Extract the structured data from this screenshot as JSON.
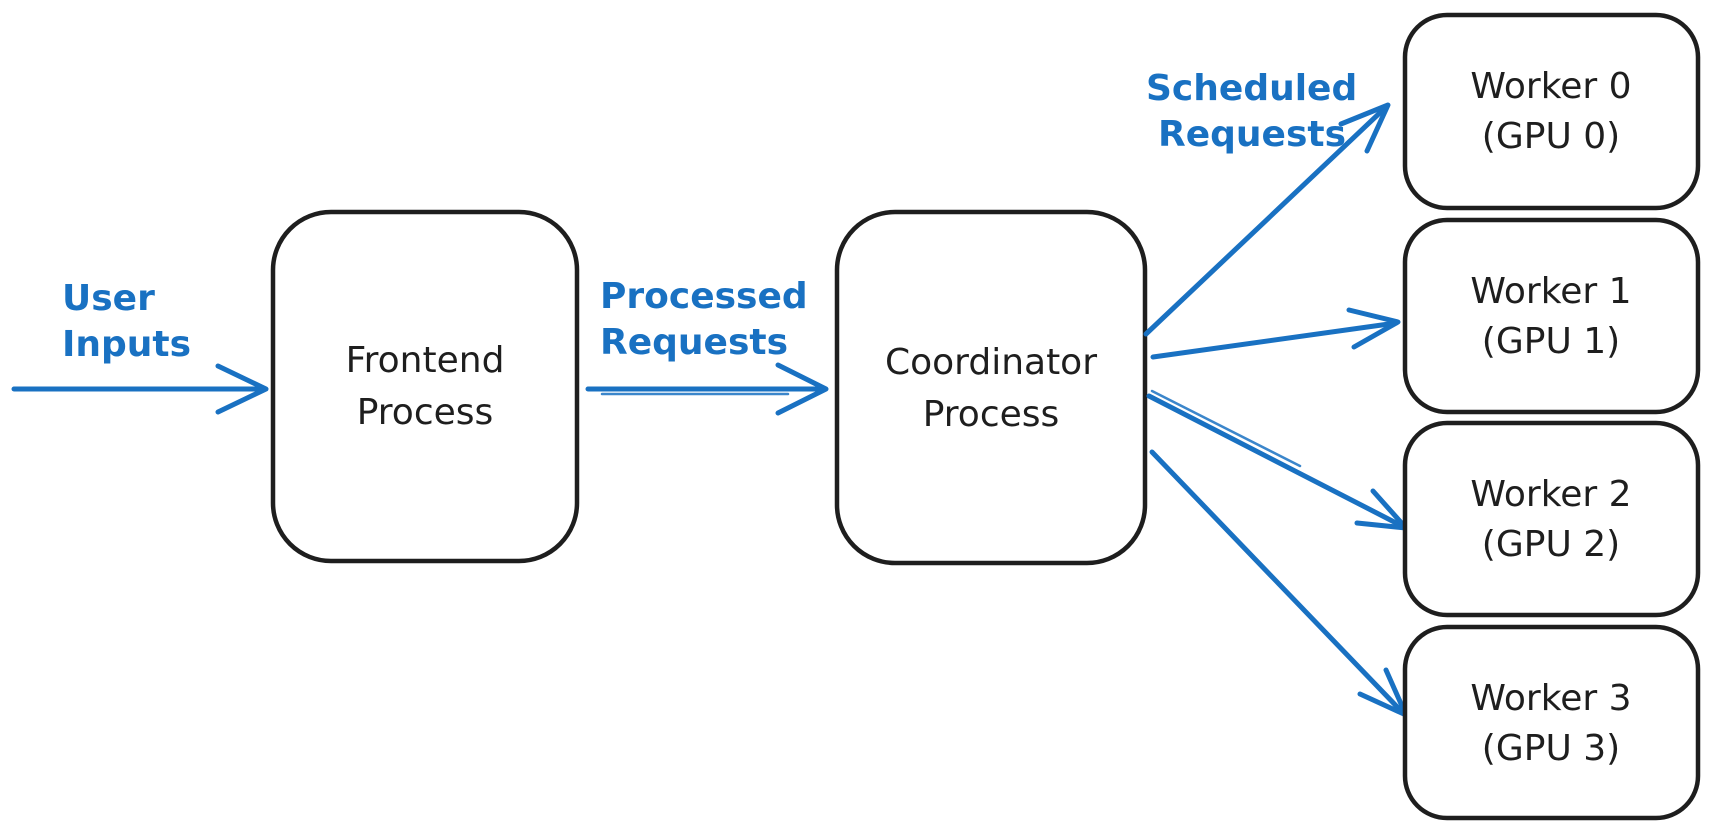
{
  "colors": {
    "accent": "#1971c2",
    "ink": "#1e1e1e",
    "background": "#ffffff"
  },
  "nodes": {
    "frontend": {
      "line1": "Frontend",
      "line2": "Process"
    },
    "coordinator": {
      "line1": "Coordinator",
      "line2": "Process"
    },
    "workers": [
      {
        "line1": "Worker 0",
        "line2": "(GPU 0)"
      },
      {
        "line1": "Worker 1",
        "line2": "(GPU 1)"
      },
      {
        "line1": "Worker 2",
        "line2": "(GPU 2)"
      },
      {
        "line1": "Worker 3",
        "line2": "(GPU 3)"
      }
    ]
  },
  "edge_labels": {
    "user_inputs": {
      "line1": "User",
      "line2": "Inputs"
    },
    "processed_requests": {
      "line1": "Processed",
      "line2": "Requests"
    },
    "scheduled_requests": {
      "line1": "Scheduled",
      "line2": "Requests"
    }
  }
}
